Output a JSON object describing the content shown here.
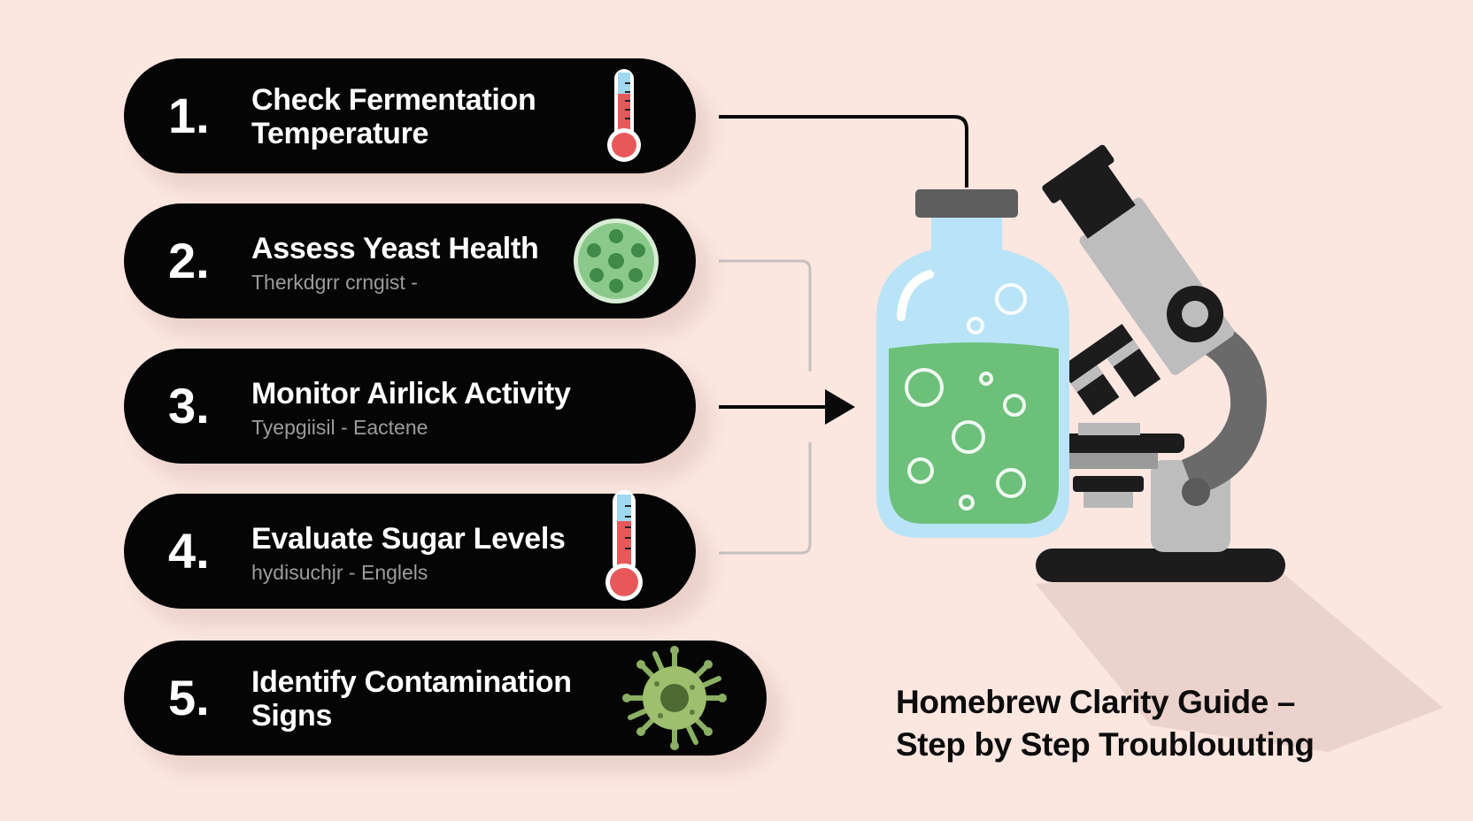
{
  "steps": [
    {
      "number": "1.",
      "title": "Check Fermentation\nTemperature",
      "subtitle": "",
      "icon": "thermometer-icon"
    },
    {
      "number": "2.",
      "title": "Assess Yeast Health",
      "subtitle": "Therkdgrr crngist -",
      "icon": "yeast-cell-icon"
    },
    {
      "number": "3.",
      "title": "Monitor Airlick Activity",
      "subtitle": "Tyepgiisil - Eactene",
      "icon": ""
    },
    {
      "number": "4.",
      "title": "Evaluate Sugar Levels",
      "subtitle": "hydisuchjr - Englels",
      "icon": "thermometer-icon"
    },
    {
      "number": "5.",
      "title": "Identify Contamination\nSigns",
      "subtitle": "",
      "icon": "bacteria-icon"
    }
  ],
  "illustration": {
    "items": [
      "flask-icon",
      "microscope-icon"
    ],
    "colors": {
      "liquid": "#6cc07a",
      "glass": "#b9e4f7",
      "microscope_light": "#b9b9b9",
      "microscope_dark": "#6a6a6a"
    }
  },
  "caption": {
    "line1": "Homebrew Clarity Guide –",
    "line2": "Step by Step Troublouuting"
  },
  "colors": {
    "background": "#fbe6e0",
    "pill": "#050505",
    "accent_red": "#e8585a",
    "accent_green": "#8bc98a"
  }
}
